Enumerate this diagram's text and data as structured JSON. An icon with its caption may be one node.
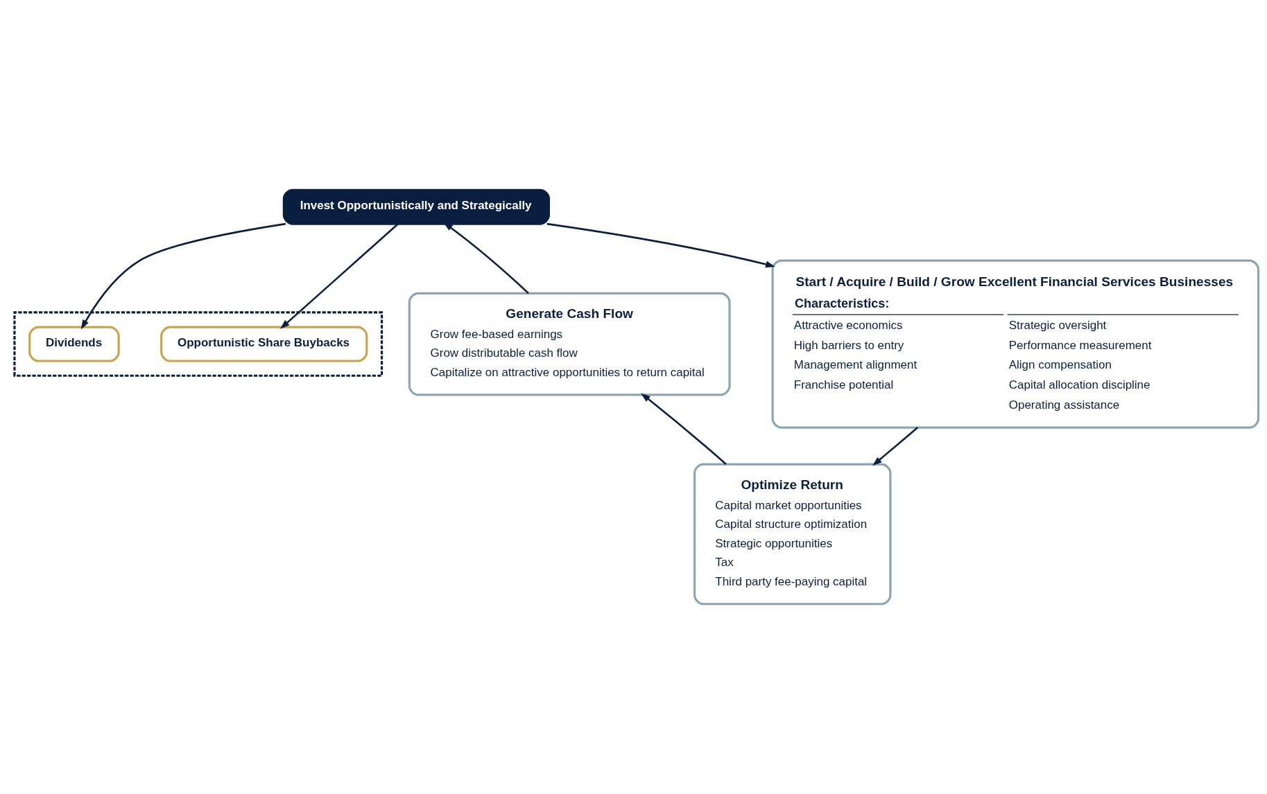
{
  "diagram": {
    "nodes": [
      {
        "text": [],
        "shape": "box"
      },
      {
        "text": [
          "Dividends"
        ],
        "in": 0
      },
      {
        "text": [
          "Opportunistic Share Buybacks"
        ],
        "in": 0
      },
      {
        "text": [
          "Invest Opportunistically and Strategically"
        ]
      },
      {
        "text": [
          "Start / Acquire / Build / Grow Excellent Financial Services Businesses",
          "Characteristics:",
          "Attractive economics",
          "High barriers to entry",
          "Management alignment",
          "Franchise potential",
          "Strategic oversight",
          "Performance measurement",
          "Align compensation",
          "Capital allocation discipline",
          "Operating assistance"
        ]
      },
      {
        "text": [
          "Optimize Return",
          "Capital market opportunities",
          "Capital structure optimization",
          "Strategic opportunities",
          "Tax",
          "Third party fee-paying capital"
        ]
      },
      {
        "text": [
          "Generate Cash Flow",
          "Grow fee-based earnings",
          "Grow distributable cash flow",
          "Capitalize on attractive opportunities to return capital"
        ]
      }
    ],
    "edges": [
      {
        "from": 3,
        "to": 1,
        "arrow": "to"
      },
      {
        "from": 3,
        "to": 2,
        "arrow": "to"
      },
      {
        "from": 3,
        "to": 4,
        "arrow": "to"
      },
      {
        "from": 4,
        "to": 5,
        "arrow": "to"
      },
      {
        "from": 5,
        "to": 6,
        "arrow": "to"
      },
      {
        "from": 6,
        "to": 3,
        "arrow": "to"
      }
    ]
  }
}
